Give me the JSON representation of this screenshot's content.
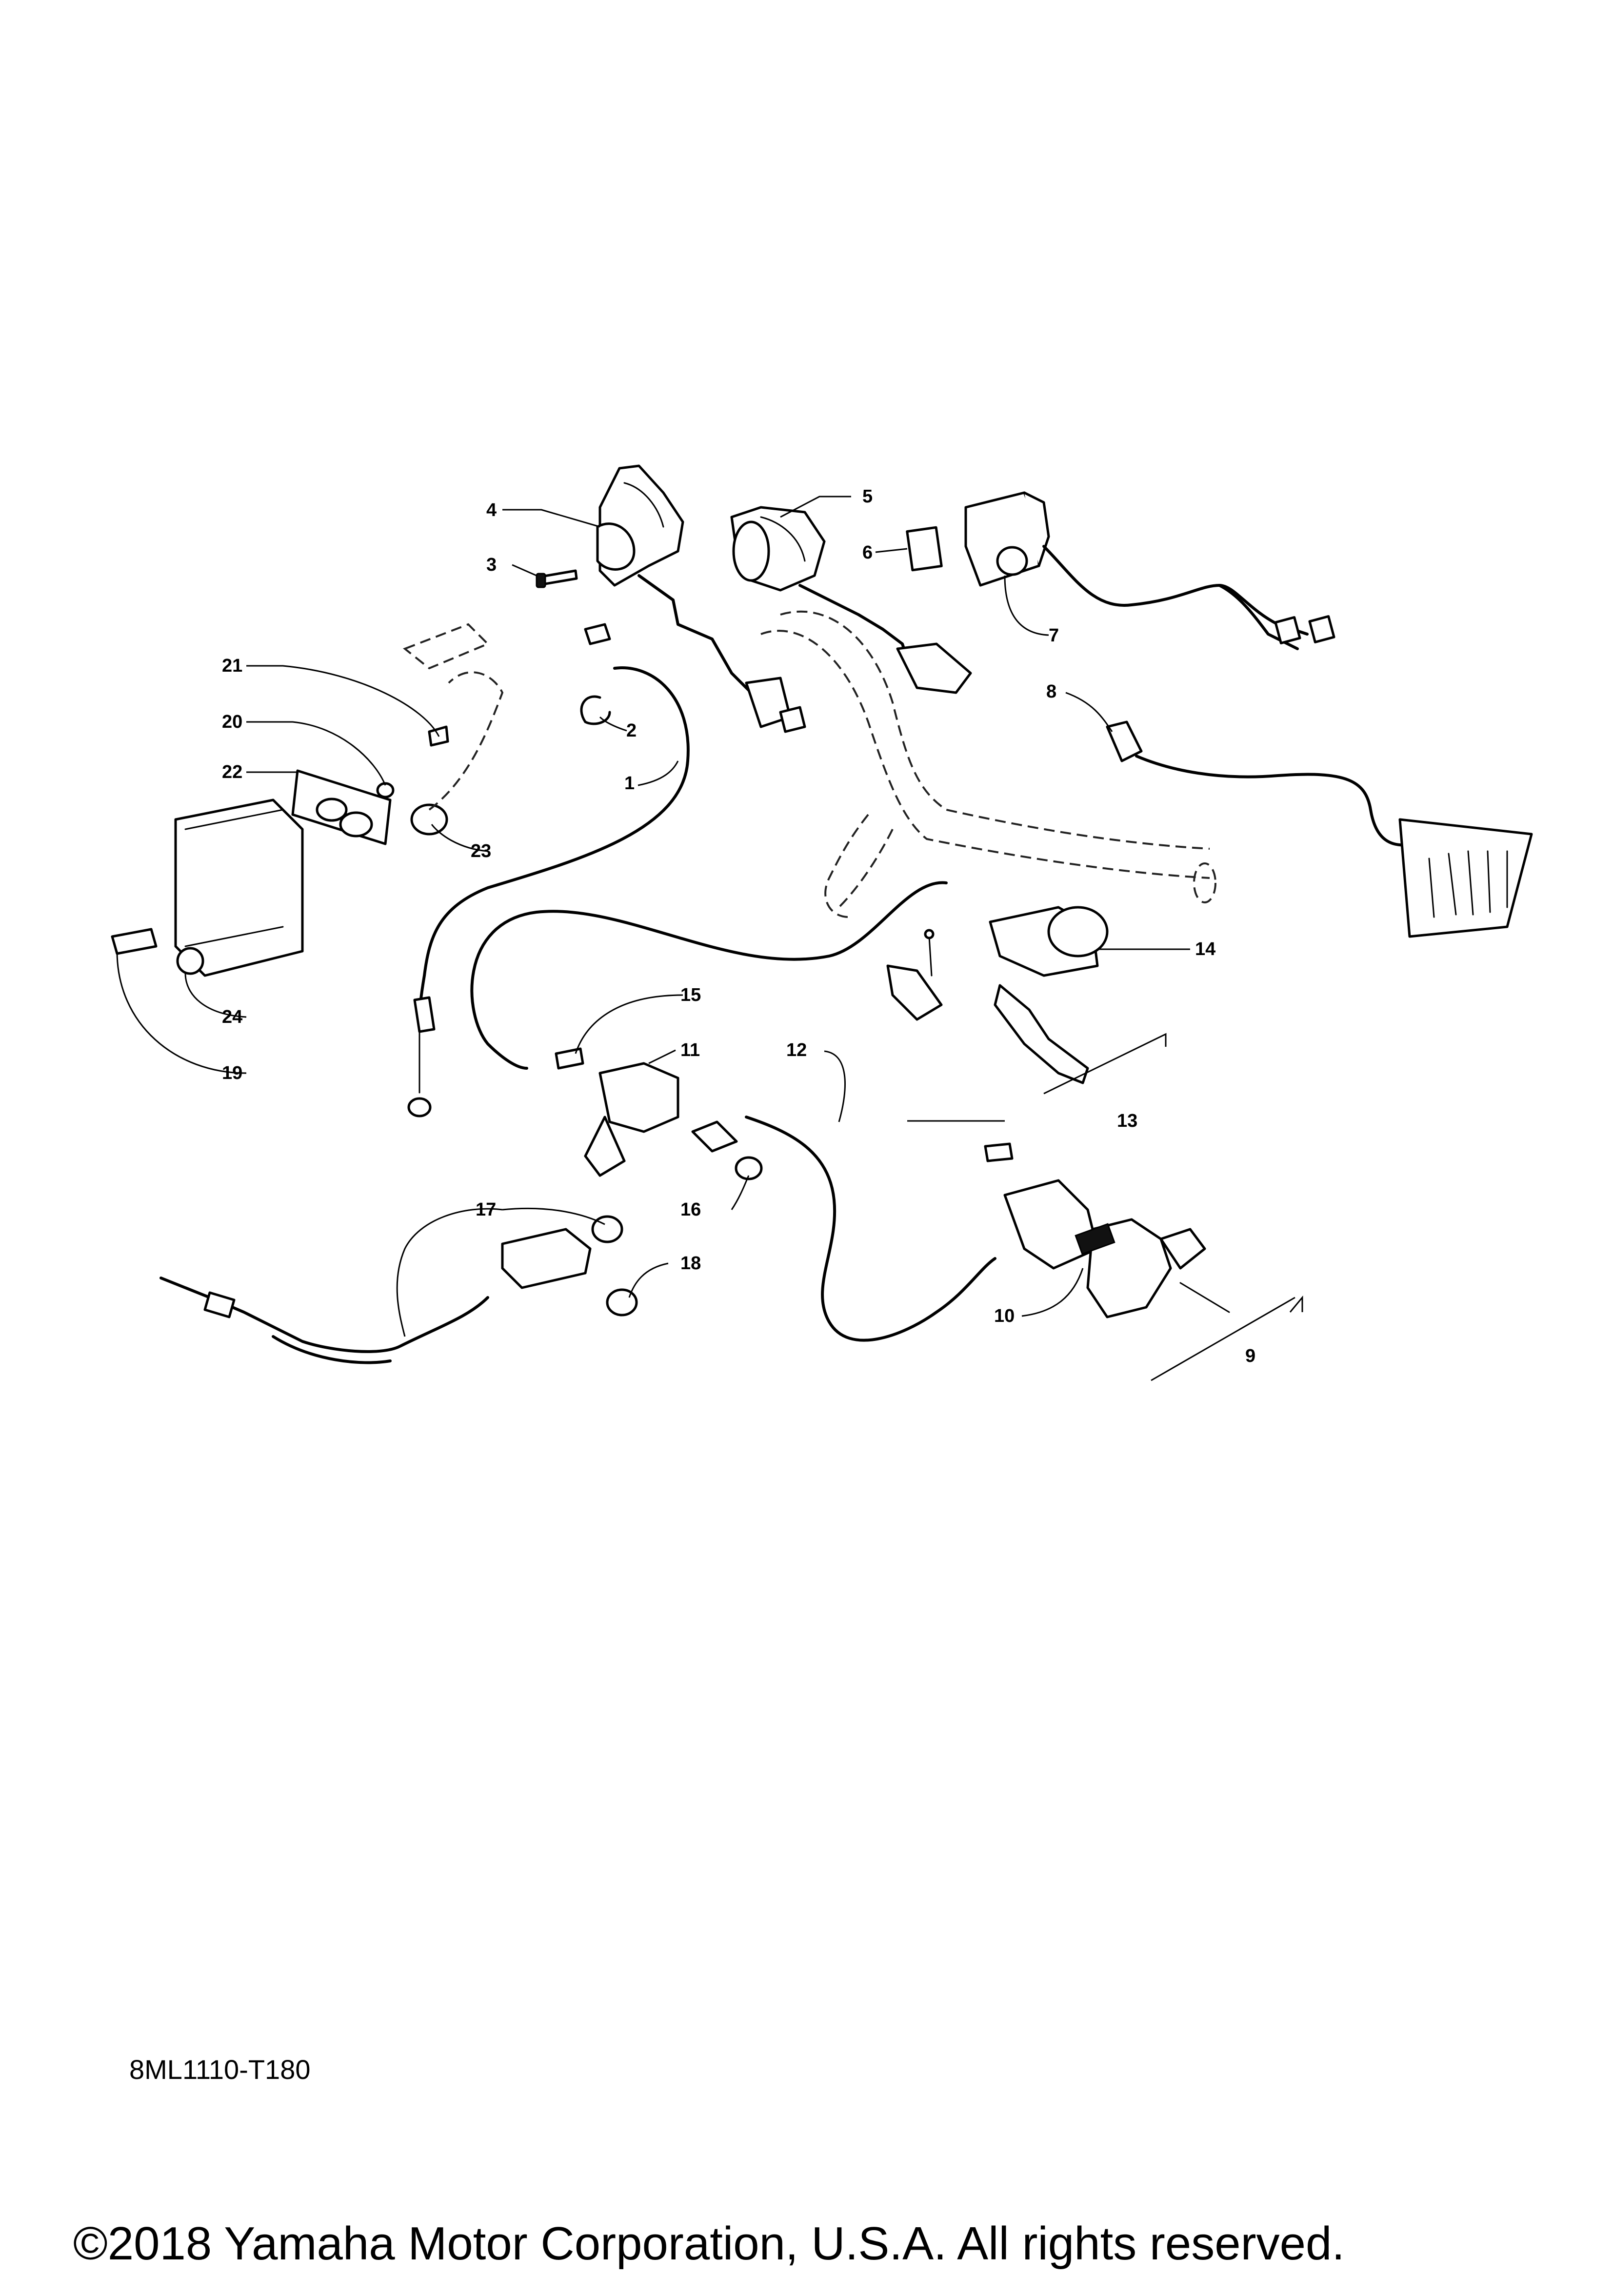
{
  "diagram": {
    "callouts": [
      "1",
      "2",
      "3",
      "4",
      "5",
      "6",
      "7",
      "8",
      "9",
      "10",
      "11",
      "12",
      "13",
      "14",
      "15",
      "16",
      "17",
      "18",
      "19",
      "20",
      "21",
      "22",
      "23",
      "24"
    ],
    "drawing_code": "8ML1110-T180",
    "copyright": "©2018 Yamaha Motor Corporation, U.S.A. All rights reserved."
  }
}
